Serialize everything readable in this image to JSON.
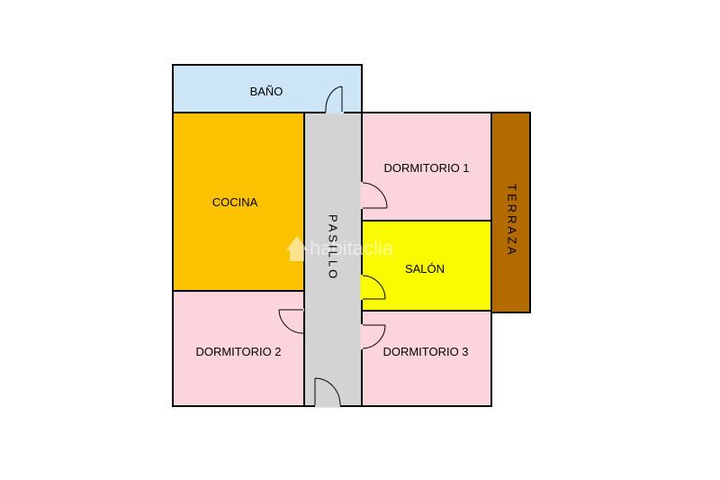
{
  "rooms": {
    "bano": {
      "label": "BAÑO",
      "color": "#cce6f8"
    },
    "cocina": {
      "label": "COCINA",
      "color": "#fcc200"
    },
    "pasillo": {
      "label": "PASILLO",
      "color": "#d3d3d3"
    },
    "dormitorio1": {
      "label": "DORMITORIO 1",
      "color": "#fcd4dc"
    },
    "dormitorio2": {
      "label": "DORMITORIO 2",
      "color": "#fcd4dc"
    },
    "dormitorio3": {
      "label": "DORMITORIO 3",
      "color": "#fcd4dc"
    },
    "salon": {
      "label": "SALÓN",
      "color": "#fafa00"
    },
    "terraza": {
      "label": "TERRAZA",
      "color": "#b36b00"
    }
  },
  "watermark": {
    "brand": "habitaclia",
    "icon": "house-logo-icon"
  }
}
